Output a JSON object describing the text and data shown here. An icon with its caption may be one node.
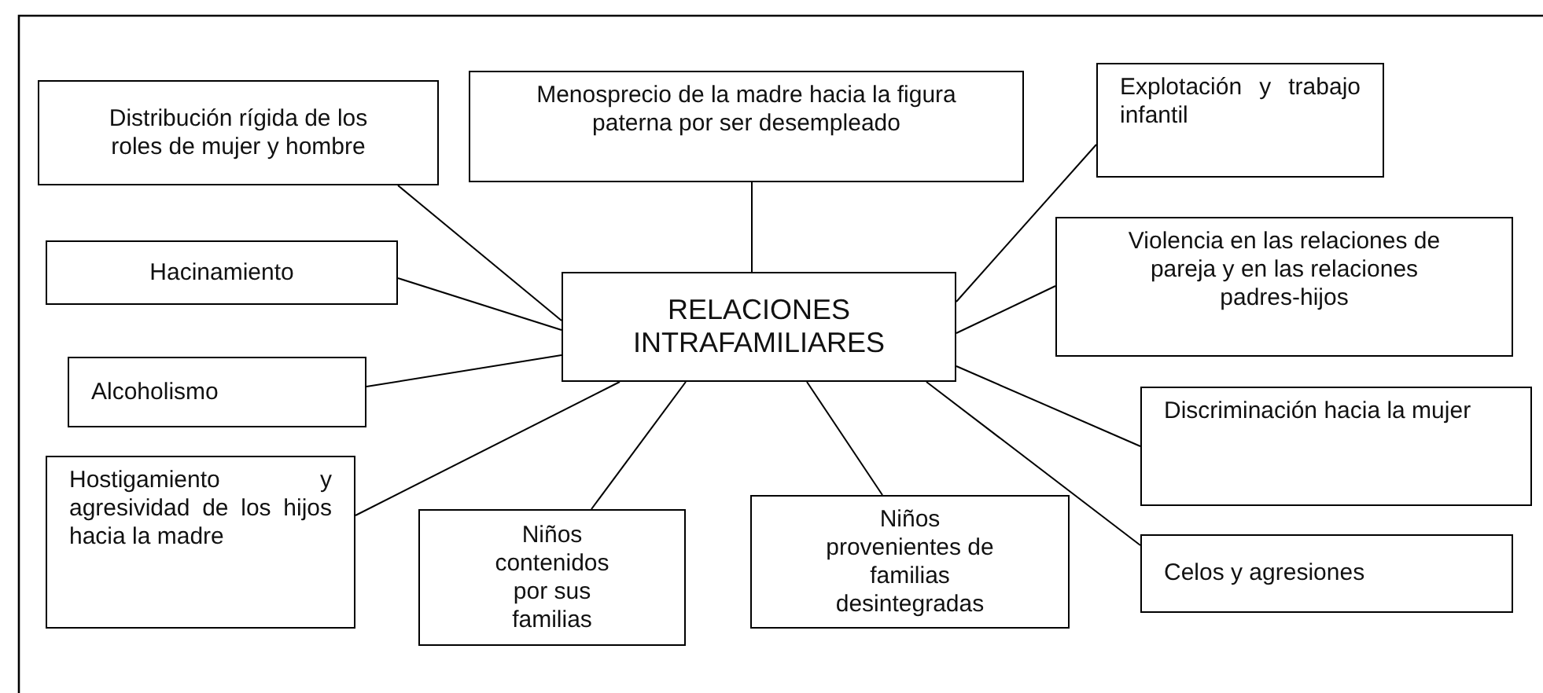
{
  "diagram": {
    "nodes": [
      {
        "text": [
          "RELACIONES INTRAFAMILIARES"
        ]
      },
      {
        "text": [
          "Distribución rígida de los roles de mujer y hombre"
        ]
      },
      {
        "text": [
          "Menosprecio de la madre hacia la figura paterna por ser desempleado"
        ]
      },
      {
        "text": [
          "Explotación y trabajo infantil"
        ]
      },
      {
        "text": [
          "Violencia en las relaciones de pareja y en las relaciones padres-hijos"
        ]
      },
      {
        "text": [
          "Hacinamiento"
        ]
      },
      {
        "text": [
          "Alcoholismo"
        ]
      },
      {
        "text": [
          "Hostigamiento y agresividad de los hijos hacia la madre"
        ]
      },
      {
        "text": [
          "Niños contenidos por sus familias"
        ]
      },
      {
        "text": [
          "Niños provenientes de familias desintegradas"
        ]
      },
      {
        "text": [
          "Discriminación hacia la mujer"
        ]
      },
      {
        "text": [
          "Celos y agresiones"
        ]
      }
    ],
    "edges": [
      {
        "from": 1,
        "to": 0,
        "arrow": "none"
      },
      {
        "from": 2,
        "to": 0,
        "arrow": "none"
      },
      {
        "from": 3,
        "to": 0,
        "arrow": "none"
      },
      {
        "from": 4,
        "to": 0,
        "arrow": "none"
      },
      {
        "from": 5,
        "to": 0,
        "arrow": "none"
      },
      {
        "from": 6,
        "to": 0,
        "arrow": "none"
      },
      {
        "from": 7,
        "to": 0,
        "arrow": "none"
      },
      {
        "from": 8,
        "to": 0,
        "arrow": "none"
      },
      {
        "from": 9,
        "to": 0,
        "arrow": "none"
      },
      {
        "from": 10,
        "to": 0,
        "arrow": "none"
      },
      {
        "from": 11,
        "to": 0,
        "arrow": "none"
      }
    ]
  }
}
